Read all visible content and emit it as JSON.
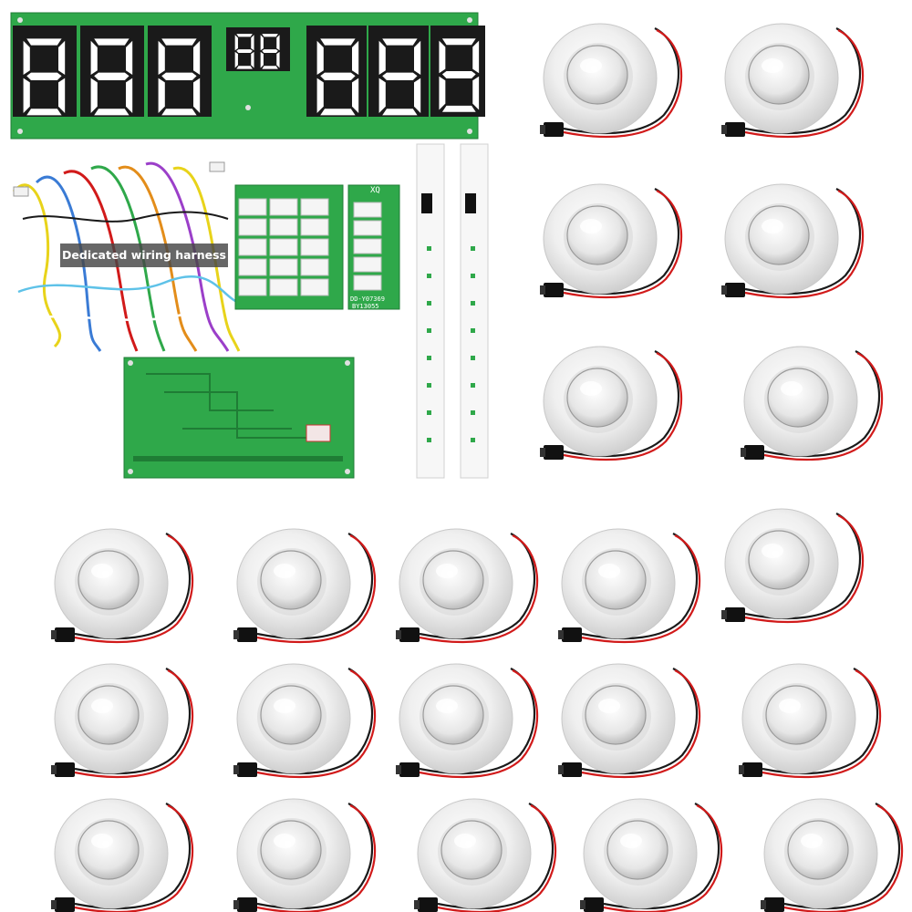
{
  "product": {
    "harness_label": "Dedicated wiring harness",
    "terminal_board_small_label": "XQ",
    "terminal_board_codes": [
      "DD-Y07369",
      "BY13055"
    ],
    "colors": {
      "pcb_green": "#2fa84a",
      "display_black": "#1a1a1a",
      "button_white": "#f2f2f2",
      "wire_red": "#d11a1a",
      "connector_black": "#111111"
    },
    "display_left_digits": "888",
    "display_mid_digits": "88",
    "display_right_digits": "888",
    "button_count": 21
  }
}
